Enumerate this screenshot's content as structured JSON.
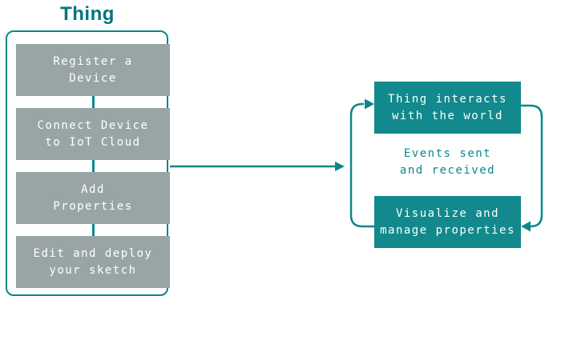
{
  "title": "Thing",
  "colors": {
    "teal_line": "#0a878b",
    "teal_fill": "#12898c",
    "teal_title": "#00747e",
    "gray_box": "#98a5a4",
    "background": "#ffffff",
    "box_text": "#ffffff"
  },
  "steps": [
    {
      "name": "register-device",
      "lines": [
        "Register a",
        "Device"
      ]
    },
    {
      "name": "connect-device",
      "lines": [
        "Connect Device",
        "to IoT Cloud"
      ]
    },
    {
      "name": "add-properties",
      "lines": [
        "Add",
        "Properties"
      ]
    },
    {
      "name": "edit-deploy",
      "lines": [
        "Edit and deploy",
        "your sketch"
      ]
    }
  ],
  "cycle": {
    "top_box_lines": [
      "Thing interacts",
      "with the world"
    ],
    "middle_lines": [
      "Events sent",
      "and received"
    ],
    "bottom_box_lines": [
      "Visualize and",
      "manage properties"
    ]
  }
}
